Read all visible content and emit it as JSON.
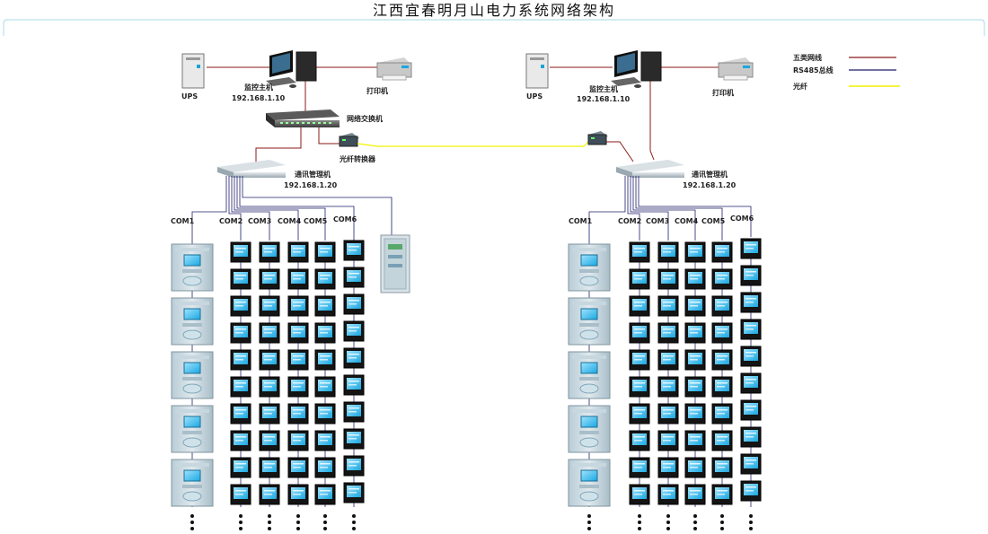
{
  "title": "江西宜春明月山电力系统网络架构",
  "legend": {
    "items": [
      {
        "label": "五类网线",
        "color": "#8b1a1a"
      },
      {
        "label": "RS485总线",
        "color": "#1f1f6b"
      },
      {
        "label": "光纤",
        "color": "#f2f200"
      }
    ]
  },
  "left": {
    "ups": "UPS",
    "host": "监控主机",
    "host_ip": "192.168.1.10",
    "printer": "打印机",
    "switch": "网络交换机",
    "converter": "光纤转换器",
    "manager": "通讯管理机",
    "manager_ip": "192.168.1.20",
    "coms": [
      "COM1",
      "COM2",
      "COM3",
      "COM4",
      "COM5",
      "COM6"
    ]
  },
  "right": {
    "ups": "UPS",
    "host": "监控主机",
    "host_ip": "192.168.1.10",
    "printer": "打印机",
    "manager": "通讯管理机",
    "manager_ip": "192.168.1.20",
    "coms": [
      "COM1",
      "COM2",
      "COM3",
      "COM4",
      "COM5",
      "COM6"
    ]
  },
  "colors": {
    "ethernet": "#8b1a1a",
    "rs485": "#1f1f6b",
    "fiber": "#f2f200",
    "frame": "#a8d8e8"
  },
  "icons": [
    "ups-icon",
    "computer-icon",
    "printer-icon",
    "switch-icon",
    "converter-icon",
    "manager-icon",
    "protection-relay-icon",
    "meter-icon",
    "cabinet-icon",
    "ellipsis-icon"
  ]
}
